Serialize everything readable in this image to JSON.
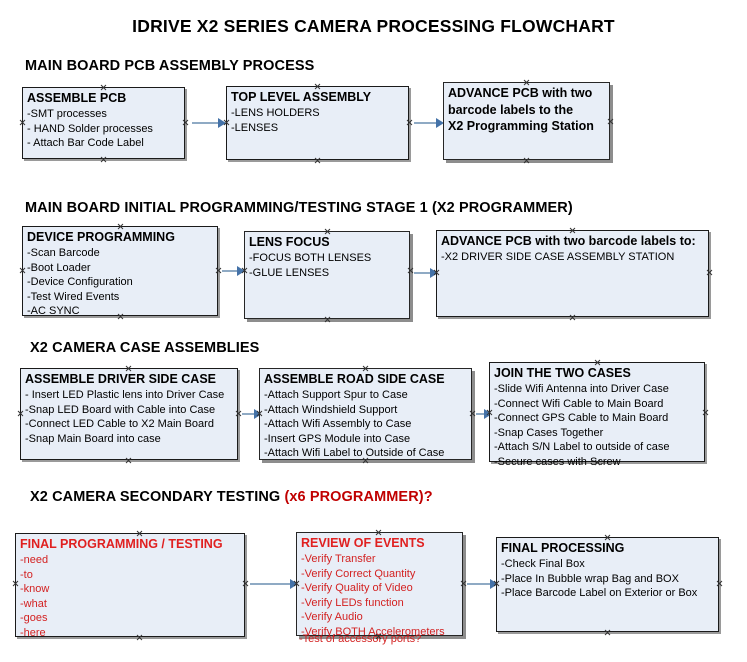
{
  "document": {
    "title": "IDRIVE X2  SERIES CAMERA PROCESSING FLOWCHART"
  },
  "colors": {
    "box_fill": "#e8eef7",
    "box_border": "#1a1a1a",
    "box_shadow": "#9a9a9a",
    "connector": "#8faac4",
    "arrowhead": "#4472a8",
    "accent_red": "#c00000",
    "text": "#000000"
  },
  "sections": [
    {
      "heading": "MAIN BOARD PCB ASSEMBLY PROCESS",
      "heading_accent": "",
      "heading_suffix": "",
      "boxes": [
        {
          "title": "ASSEMBLE PCB",
          "lines": [
            "-SMT processes",
            "- HAND Solder processes",
            "- Attach Bar Code Label"
          ]
        },
        {
          "title": "TOP LEVEL ASSEMBLY",
          "lines": [
            "-LENS HOLDERS",
            "-LENSES"
          ]
        },
        {
          "title": "ADVANCE PCB with two",
          "lines": [
            "barcode labels to the",
            " X2 Programming Station"
          ]
        }
      ]
    },
    {
      "heading": "MAIN BOARD INITIAL PROGRAMMING/TESTING STAGE 1 (X2 PROGRAMMER)",
      "heading_accent": "",
      "heading_suffix": "",
      "boxes": [
        {
          "title": "DEVICE PROGRAMMING",
          "lines": [
            "-Scan Barcode",
            "-Boot Loader",
            "-Device Configuration",
            "-Test Wired Events",
            "-AC SYNC"
          ]
        },
        {
          "title": "LENS FOCUS",
          "lines": [
            "-FOCUS BOTH LENSES",
            "-GLUE LENSES"
          ]
        },
        {
          "title": "ADVANCE PCB with two barcode labels to:",
          "lines": [
            "-X2 DRIVER  SIDE  CASE  ASSEMBLY STATION"
          ]
        }
      ]
    },
    {
      "heading": "X2 CAMERA CASE ASSEMBLIES",
      "heading_accent": "",
      "heading_suffix": "",
      "boxes": [
        {
          "title": "ASSEMBLE DRIVER SIDE CASE",
          "lines": [
            "- Insert LED Plastic lens into Driver Case",
            "-Snap LED Board with Cable into Case",
            "-Connect LED Cable to X2 Main Board",
            "-Snap Main Board into case"
          ]
        },
        {
          "title": "ASSEMBLE ROAD SIDE CASE",
          "lines": [
            "-Attach Support Spur to Case",
            "-Attach Windshield Support",
            "-Attach Wifi Assembly to Case",
            "-Insert GPS Module into Case",
            "-Attach Wifi Label to Outside of Case"
          ]
        },
        {
          "title": "JOIN THE TWO CASES",
          "lines": [
            "-Slide Wifi Antenna into Driver Case",
            "-Connect Wifi Cable to Main Board",
            "-Connect GPS Cable to Main Board",
            "-Snap Cases Together",
            "-Attach S/N Label to outside of case",
            "-Secure cases with Screw"
          ]
        }
      ]
    },
    {
      "heading": "X2 CAMERA SECONDARY TESTING ",
      "heading_accent": "(x6 PROGRAMMER)?",
      "heading_suffix": "",
      "boxes": [
        {
          "title": "FINAL PROGRAMMING / TESTING",
          "lines": [
            "-need",
            "-to",
            "-know",
            "-what",
            "-goes",
            "-here"
          ]
        },
        {
          "title": "REVIEW OF EVENTS",
          "lines": [
            "-Verify Transfer",
            "-Verify Correct Quantity",
            "-Verify Quality of Video",
            "-Verify LEDs function",
            "-Verify Audio",
            "-Verify BOTH Accelerometers"
          ],
          "overflow_line": "-Test of accessory ports?"
        },
        {
          "title": "FINAL PROCESSING",
          "lines": [
            " -Check Final Box",
            "-Place In Bubble wrap Bag and BOX",
            "-Place Barcode Label on Exterior or Box"
          ]
        }
      ]
    }
  ]
}
